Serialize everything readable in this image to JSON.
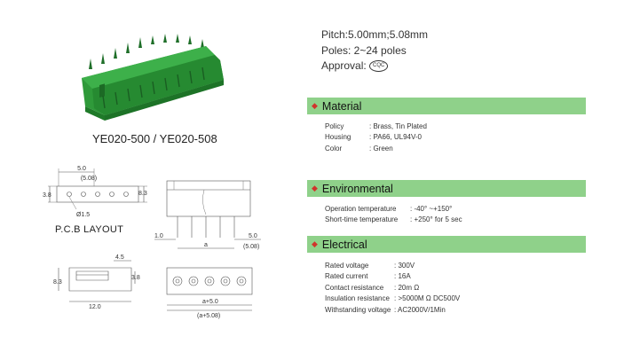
{
  "product": {
    "model": "YE020-500 / YE020-508",
    "pcb_label": "P.C.B  LAYOUT"
  },
  "specs": {
    "pitch": "Pitch:5.00mm;5.08mm",
    "poles": "Poles: 2~24 poles",
    "approval": "Approval:",
    "approval_mark": "CQC"
  },
  "sections": {
    "material": {
      "title": "Material",
      "rows": [
        {
          "key": "Policy",
          "value": ": Brass, Tin Plated"
        },
        {
          "key": "Housing",
          "value": ": PA66, UL94V-0"
        },
        {
          "key": "Color",
          "value": ": Green"
        }
      ]
    },
    "environmental": {
      "title": "Environmental",
      "rows": [
        {
          "key": "Operation temperature",
          "value": " :  -40°  ~+150°"
        },
        {
          "key": "Short-time temperature",
          "value": " : +250°  for 5 sec"
        }
      ]
    },
    "electrical": {
      "title": "Electrical",
      "rows": [
        {
          "key": "Rated voltage",
          "value": ": 300V"
        },
        {
          "key": "Rated current",
          "value": ": 16A"
        },
        {
          "key": "Contact resistance",
          "value": ": 20m Ω"
        },
        {
          "key": "Insulation resistance",
          "value": ": >5000M Ω  DC500V"
        },
        {
          "key": "Withstanding voltage",
          "value": ": AC2000V/1Min"
        }
      ]
    }
  },
  "dims": {
    "top_pitch": "5.0",
    "top_pitch_alt": "(5.08)",
    "hole_height": "3.8",
    "side_height": "8.3",
    "hole_dia": "Ø1.5",
    "pin_offset": "1.0",
    "a_label": "a",
    "front_pitch": "5.0",
    "front_pitch_alt": "(5.08)",
    "side_top": "4.5",
    "side_h": "8.3",
    "side_right": "3.8",
    "side_width": "12.0",
    "bottom_a": "a+5.0",
    "bottom_a_alt": "(a+5.08)"
  },
  "colors": {
    "housing_green": "#2f9a3a",
    "bar_green": "#8fd18a",
    "bullet_red": "#d0342c"
  }
}
